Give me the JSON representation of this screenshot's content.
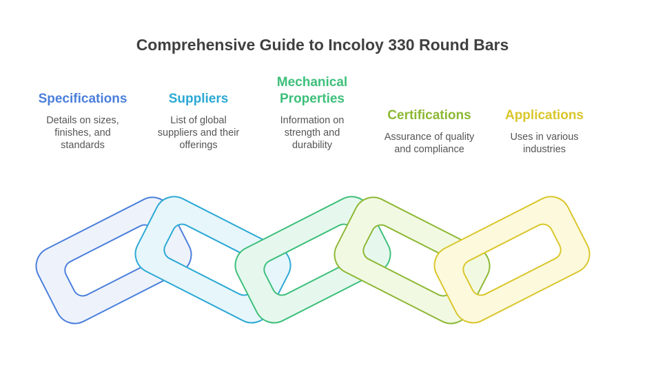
{
  "title": "Comprehensive Guide to Incoloy 330 Round Bars",
  "items": [
    {
      "heading": "Specifications",
      "description": "Details on sizes,\nfinishes, and\nstandards",
      "color": "#4a7fdc",
      "fill": "#eef2fb"
    },
    {
      "heading": "Suppliers",
      "description": "List of global\nsuppliers and their\nofferings",
      "color": "#2ba8d4",
      "fill": "#e6f6fb"
    },
    {
      "heading": "Mechanical\nProperties",
      "description": "Information on\nstrength and\ndurability",
      "color": "#3dbf7a",
      "fill": "#e6f8ee"
    },
    {
      "heading": "Certifications",
      "description": "Assurance of quality\nand compliance",
      "color": "#8cb833",
      "fill": "#f2f9e3"
    },
    {
      "heading": "Applications",
      "description": "Uses in various\nindustries",
      "color": "#d9c62b",
      "fill": "#fdf9dc"
    }
  ]
}
